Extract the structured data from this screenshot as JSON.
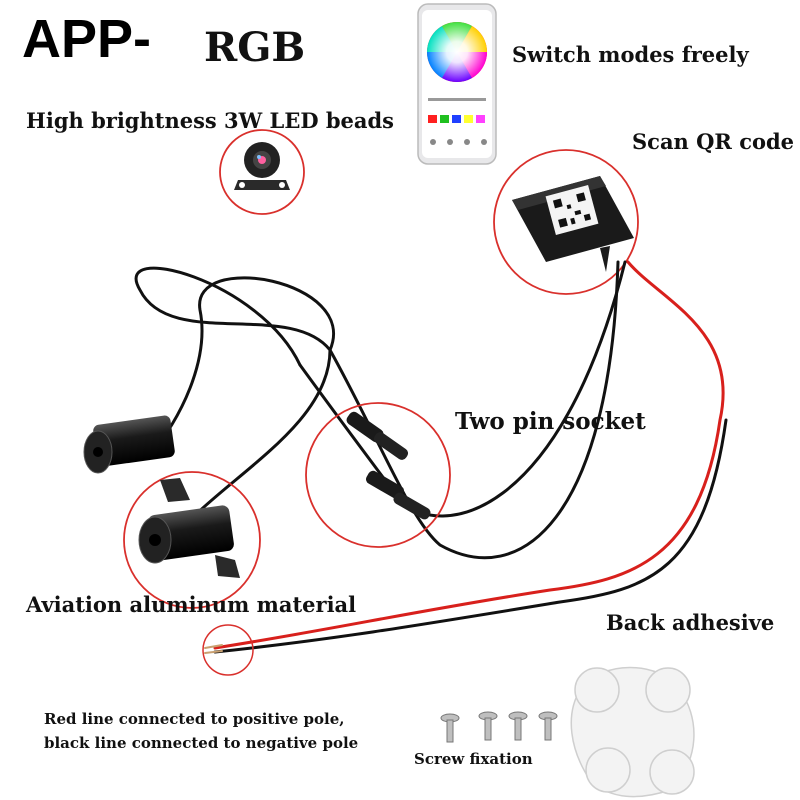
{
  "headline": {
    "app": "APP-",
    "rgb": "RGB"
  },
  "labels": {
    "switch_modes": "Switch modes freely",
    "led_beads": "High brightness 3W LED beads",
    "scan_qr": "Scan QR code",
    "two_pin": "Two pin socket",
    "aviation": "Aviation aluminum material",
    "back_adhesive": "Back adhesive",
    "wire_line1": "Red line connected to positive pole,",
    "wire_line2": "black line connected to negative pole",
    "screw": "Screw fixation"
  },
  "colors": {
    "highlight_circle": "#d9302c",
    "red_wire": "#d8201c",
    "black_wire": "#111111"
  }
}
